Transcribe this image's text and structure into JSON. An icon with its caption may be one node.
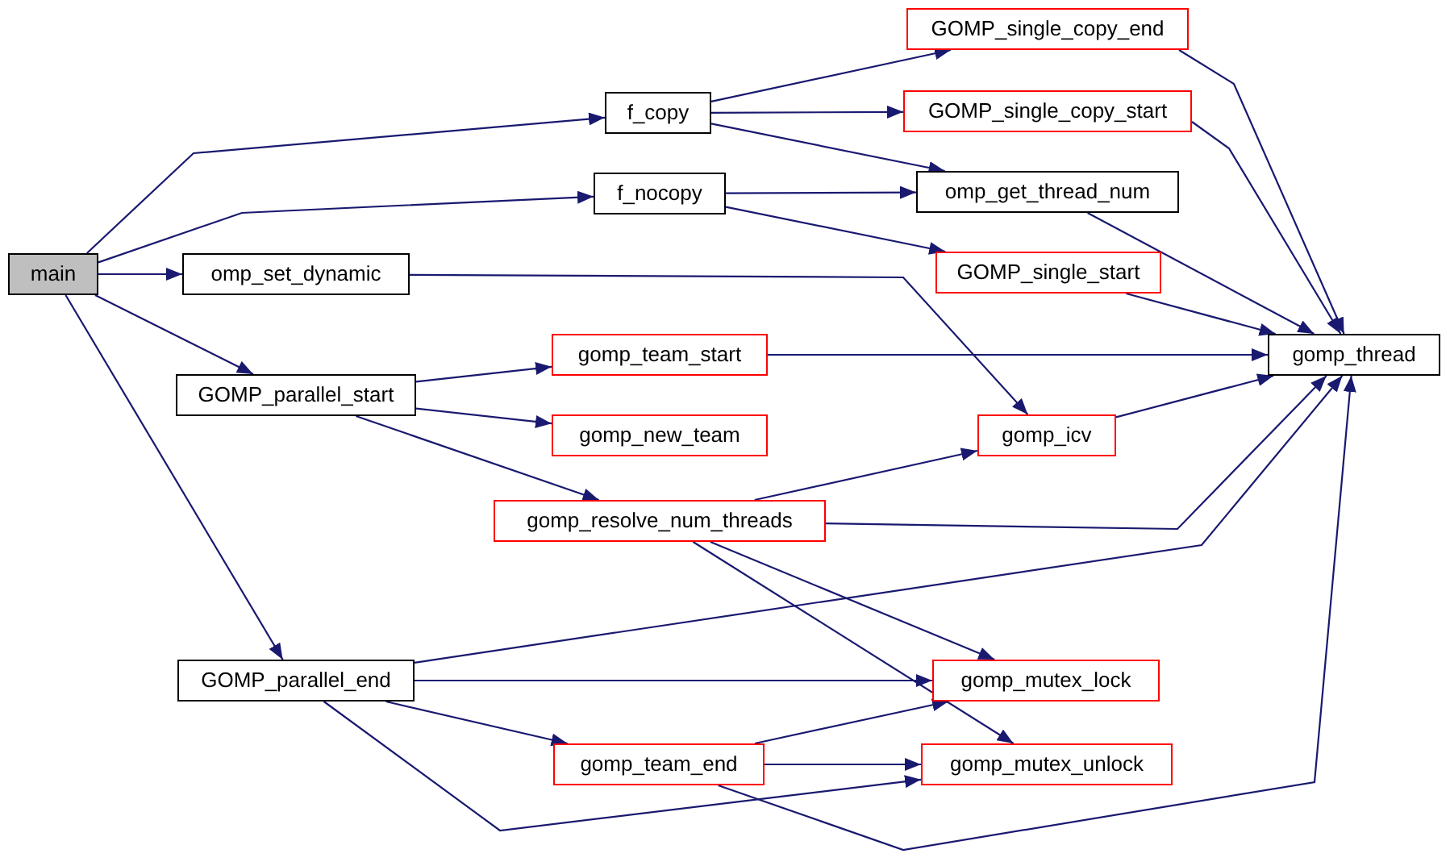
{
  "diagram": {
    "nodes": [
      {
        "text": [
          "main"
        ]
      },
      {
        "text": [
          "f_copy"
        ]
      },
      {
        "text": [
          "f_nocopy"
        ]
      },
      {
        "text": [
          "omp_set_dynamic"
        ]
      },
      {
        "text": [
          "GOMP_parallel_start"
        ]
      },
      {
        "text": [
          "GOMP_parallel_end"
        ]
      },
      {
        "text": [
          "GOMP_single_copy_end"
        ]
      },
      {
        "text": [
          "GOMP_single_copy_start"
        ]
      },
      {
        "text": [
          "omp_get_thread_num"
        ]
      },
      {
        "text": [
          "GOMP_single_start"
        ]
      },
      {
        "text": [
          "gomp_team_start"
        ]
      },
      {
        "text": [
          "gomp_new_team"
        ]
      },
      {
        "text": [
          "gomp_resolve_num_threads"
        ]
      },
      {
        "text": [
          "gomp_icv"
        ]
      },
      {
        "text": [
          "gomp_thread"
        ]
      },
      {
        "text": [
          "gomp_mutex_lock"
        ]
      },
      {
        "text": [
          "gomp_team_end"
        ]
      },
      {
        "text": [
          "gomp_mutex_unlock"
        ]
      }
    ],
    "edges": [
      {
        "from": 0,
        "to": 1,
        "arrow": "to"
      },
      {
        "from": 0,
        "to": 2,
        "arrow": "to"
      },
      {
        "from": 0,
        "to": 3,
        "arrow": "to"
      },
      {
        "from": 0,
        "to": 4,
        "arrow": "to"
      },
      {
        "from": 0,
        "to": 5,
        "arrow": "to"
      },
      {
        "from": 1,
        "to": 6,
        "arrow": "to"
      },
      {
        "from": 1,
        "to": 7,
        "arrow": "to"
      },
      {
        "from": 1,
        "to": 8,
        "arrow": "to"
      },
      {
        "from": 2,
        "to": 8,
        "arrow": "to"
      },
      {
        "from": 2,
        "to": 9,
        "arrow": "to"
      },
      {
        "from": 3,
        "to": 13,
        "arrow": "to"
      },
      {
        "from": 4,
        "to": 10,
        "arrow": "to"
      },
      {
        "from": 4,
        "to": 11,
        "arrow": "to"
      },
      {
        "from": 4,
        "to": 12,
        "arrow": "to"
      },
      {
        "from": 6,
        "to": 14,
        "arrow": "to"
      },
      {
        "from": 7,
        "to": 14,
        "arrow": "to"
      },
      {
        "from": 8,
        "to": 14,
        "arrow": "to"
      },
      {
        "from": 9,
        "to": 14,
        "arrow": "to"
      },
      {
        "from": 10,
        "to": 14,
        "arrow": "to"
      },
      {
        "from": 12,
        "to": 13,
        "arrow": "to"
      },
      {
        "from": 12,
        "to": 14,
        "arrow": "to"
      },
      {
        "from": 12,
        "to": 15,
        "arrow": "to"
      },
      {
        "from": 12,
        "to": 17,
        "arrow": "to"
      },
      {
        "from": 13,
        "to": 14,
        "arrow": "to"
      },
      {
        "from": 5,
        "to": 14,
        "arrow": "to"
      },
      {
        "from": 5,
        "to": 15,
        "arrow": "to"
      },
      {
        "from": 5,
        "to": 16,
        "arrow": "to"
      },
      {
        "from": 5,
        "to": 17,
        "arrow": "to"
      },
      {
        "from": 16,
        "to": 15,
        "arrow": "to"
      },
      {
        "from": 16,
        "to": 17,
        "arrow": "to"
      },
      {
        "from": 16,
        "to": 14,
        "arrow": "to"
      }
    ]
  }
}
